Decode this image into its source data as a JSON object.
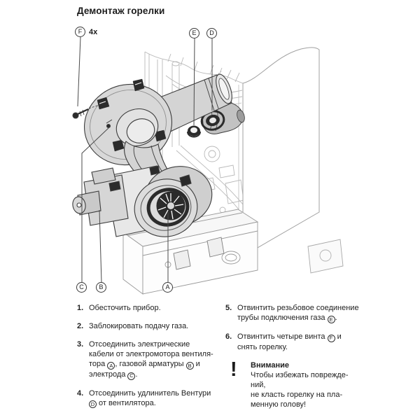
{
  "page": {
    "title": "Демонтаж горелки"
  },
  "diagram": {
    "description": "burner-removal-exploded-view",
    "callouts": [
      {
        "letter": "F",
        "suffix": "4x"
      },
      {
        "letter": "E"
      },
      {
        "letter": "D"
      },
      {
        "letter": "C"
      },
      {
        "letter": "B"
      },
      {
        "letter": "A"
      }
    ]
  },
  "steps_left": [
    {
      "num": "1.",
      "segments": [
        {
          "t": "text",
          "v": "Обесточить прибор."
        }
      ]
    },
    {
      "num": "2.",
      "segments": [
        {
          "t": "text",
          "v": "Заблокировать подачу газа."
        }
      ]
    },
    {
      "num": "3.",
      "segments": [
        {
          "t": "text",
          "v": "Отсоединить электрические"
        },
        {
          "t": "br"
        },
        {
          "t": "text",
          "v": "кабели от электромотора вентиля-"
        },
        {
          "t": "br"
        },
        {
          "t": "text",
          "v": "тора "
        },
        {
          "t": "ref",
          "v": "A"
        },
        {
          "t": "text",
          "v": ", газовой арматуры "
        },
        {
          "t": "ref",
          "v": "B"
        },
        {
          "t": "text",
          "v": " и"
        },
        {
          "t": "br"
        },
        {
          "t": "text",
          "v": "электрода "
        },
        {
          "t": "ref",
          "v": "C"
        },
        {
          "t": "text",
          "v": "."
        }
      ]
    },
    {
      "num": "4.",
      "segments": [
        {
          "t": "text",
          "v": "Отсоединить удлинитель Вентури"
        },
        {
          "t": "br"
        },
        {
          "t": "ref",
          "v": "D"
        },
        {
          "t": "text",
          "v": " от вентилятора."
        }
      ]
    }
  ],
  "steps_right": [
    {
      "num": "5.",
      "segments": [
        {
          "t": "text",
          "v": "Отвинтить резьбовое соединение"
        },
        {
          "t": "br"
        },
        {
          "t": "text",
          "v": "трубы подключения газа "
        },
        {
          "t": "ref",
          "v": "E"
        },
        {
          "t": "text",
          "v": "."
        }
      ]
    },
    {
      "num": "6.",
      "segments": [
        {
          "t": "text",
          "v": "Отвинтить четыре винта "
        },
        {
          "t": "ref",
          "v": "F"
        },
        {
          "t": "text",
          "v": " и"
        },
        {
          "t": "br"
        },
        {
          "t": "text",
          "v": "снять горелку."
        }
      ]
    }
  ],
  "attention": {
    "symbol": "!",
    "title": "Внимание",
    "lines": [
      "Чтобы избежать поврежде-",
      "ний,",
      "не класть горелку на пла-",
      "менную голову!"
    ]
  },
  "colors": {
    "text": "#1c1c1c",
    "outline": "#3c3c3c",
    "light_line": "#b9b9b9",
    "metal_fill": "#d8d8d8",
    "dark_fill": "#2b2b2b",
    "background": "#ffffff"
  }
}
